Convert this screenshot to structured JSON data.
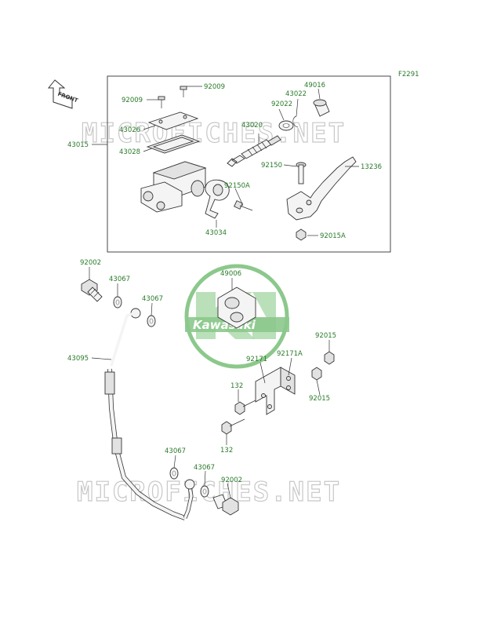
{
  "diagram_code": "F2291",
  "front_arrow_label": "FRONT",
  "watermark_text": "MICROFICHES.NET",
  "logo_text": "Kawasaki",
  "colors": {
    "label": "#2a7a2a",
    "logo": "#8cc88c",
    "watermark": "#c8c8c8"
  },
  "labels": {
    "p92009a": "92009",
    "p92009b": "92009",
    "p43026": "43026",
    "p43015": "43015",
    "p43028": "43028",
    "p43020": "43020",
    "p92022": "92022",
    "p43022": "43022",
    "p49016": "49016",
    "p92150": "92150",
    "p13236": "13236",
    "p92150A": "92150A",
    "p43034": "43034",
    "p92015A": "92015A",
    "p92002a": "92002",
    "p43067a": "43067",
    "p43067b": "43067",
    "p49006": "49006",
    "p43095": "43095",
    "p92015a": "92015",
    "p92171A": "92171A",
    "p92171": "92171",
    "p132a": "132",
    "p92015b": "92015",
    "p132b": "132",
    "p43067c": "43067",
    "p43067d": "43067",
    "p92002b": "92002"
  }
}
